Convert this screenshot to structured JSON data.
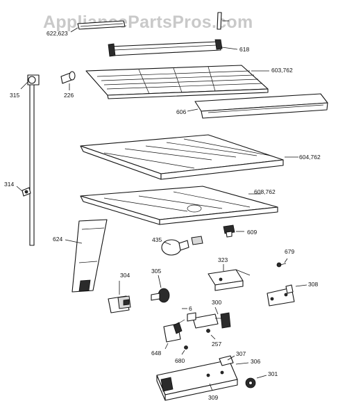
{
  "watermark": "AppliancePartsPros.com",
  "callouts": {
    "p622_623": "622,623",
    "p618": "618",
    "p603_762": "603,762",
    "p606": "606",
    "p315": "315",
    "p226": "226",
    "p604_762": "604,762",
    "p314": "314",
    "p608_762": "608,762",
    "p609": "609",
    "p624": "624",
    "p435": "435",
    "p679": "679",
    "p323": "323",
    "p304": "304",
    "p305": "305",
    "p308": "308",
    "p300": "300",
    "p6": "6",
    "p257": "257",
    "p648": "648",
    "p680": "680",
    "p307": "307",
    "p306": "306",
    "p301": "301",
    "p309": "309"
  }
}
